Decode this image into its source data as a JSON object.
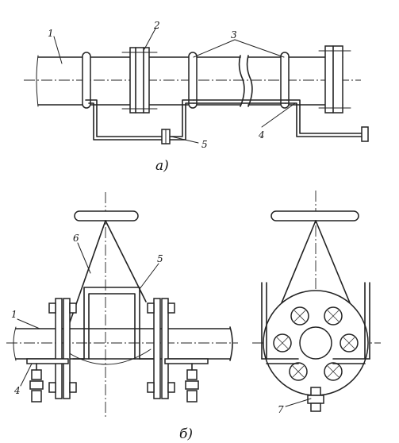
{
  "figure": {
    "captions": {
      "a": "а)",
      "b": "б)"
    },
    "labels_a": {
      "pipe": "1",
      "flange": "2",
      "clamps": "3",
      "bar": "4",
      "bolt": "5"
    },
    "labels_b": {
      "pipe": "1",
      "bracket": "4",
      "clamp": "5",
      "sling": "6",
      "lug": "7"
    }
  }
}
